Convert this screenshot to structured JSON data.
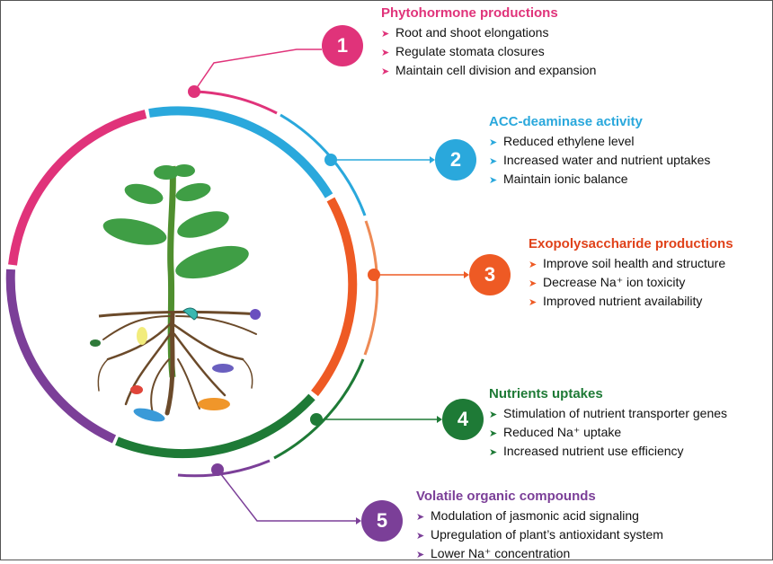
{
  "colors": {
    "pink": "#e0337a",
    "blue": "#2aa8dc",
    "orange": "#ee5a24",
    "green": "#1e7a36",
    "purple": "#7b3f98"
  },
  "panels": [
    {
      "number": "1",
      "title": "Phytohormone productions",
      "items": [
        "Root and shoot elongations",
        "Regulate stomata closures",
        "Maintain cell division and expansion"
      ]
    },
    {
      "number": "2",
      "title": "ACC-deaminase activity",
      "items": [
        "Reduced ethylene level",
        "Increased water and nutrient uptakes",
        "Maintain ionic balance"
      ]
    },
    {
      "number": "3",
      "title": "Exopolysaccharide productions",
      "items": [
        "Improve soil health and structure",
        "Decrease Na⁺ ion toxicity",
        "Improved nutrient availability"
      ]
    },
    {
      "number": "4",
      "title": "Nutrients uptakes",
      "items": [
        "Stimulation of nutrient transporter genes",
        "Reduced Na⁺ uptake",
        "Increased nutrient use efficiency"
      ]
    },
    {
      "number": "5",
      "title": "Volatile organic compounds",
      "items": [
        "Modulation of jasmonic acid signaling",
        "Upregulation of plant’s antioxidant system",
        "Lower Na⁺ concentration"
      ]
    }
  ],
  "bullet_icon": "arrow-bullet-icon"
}
